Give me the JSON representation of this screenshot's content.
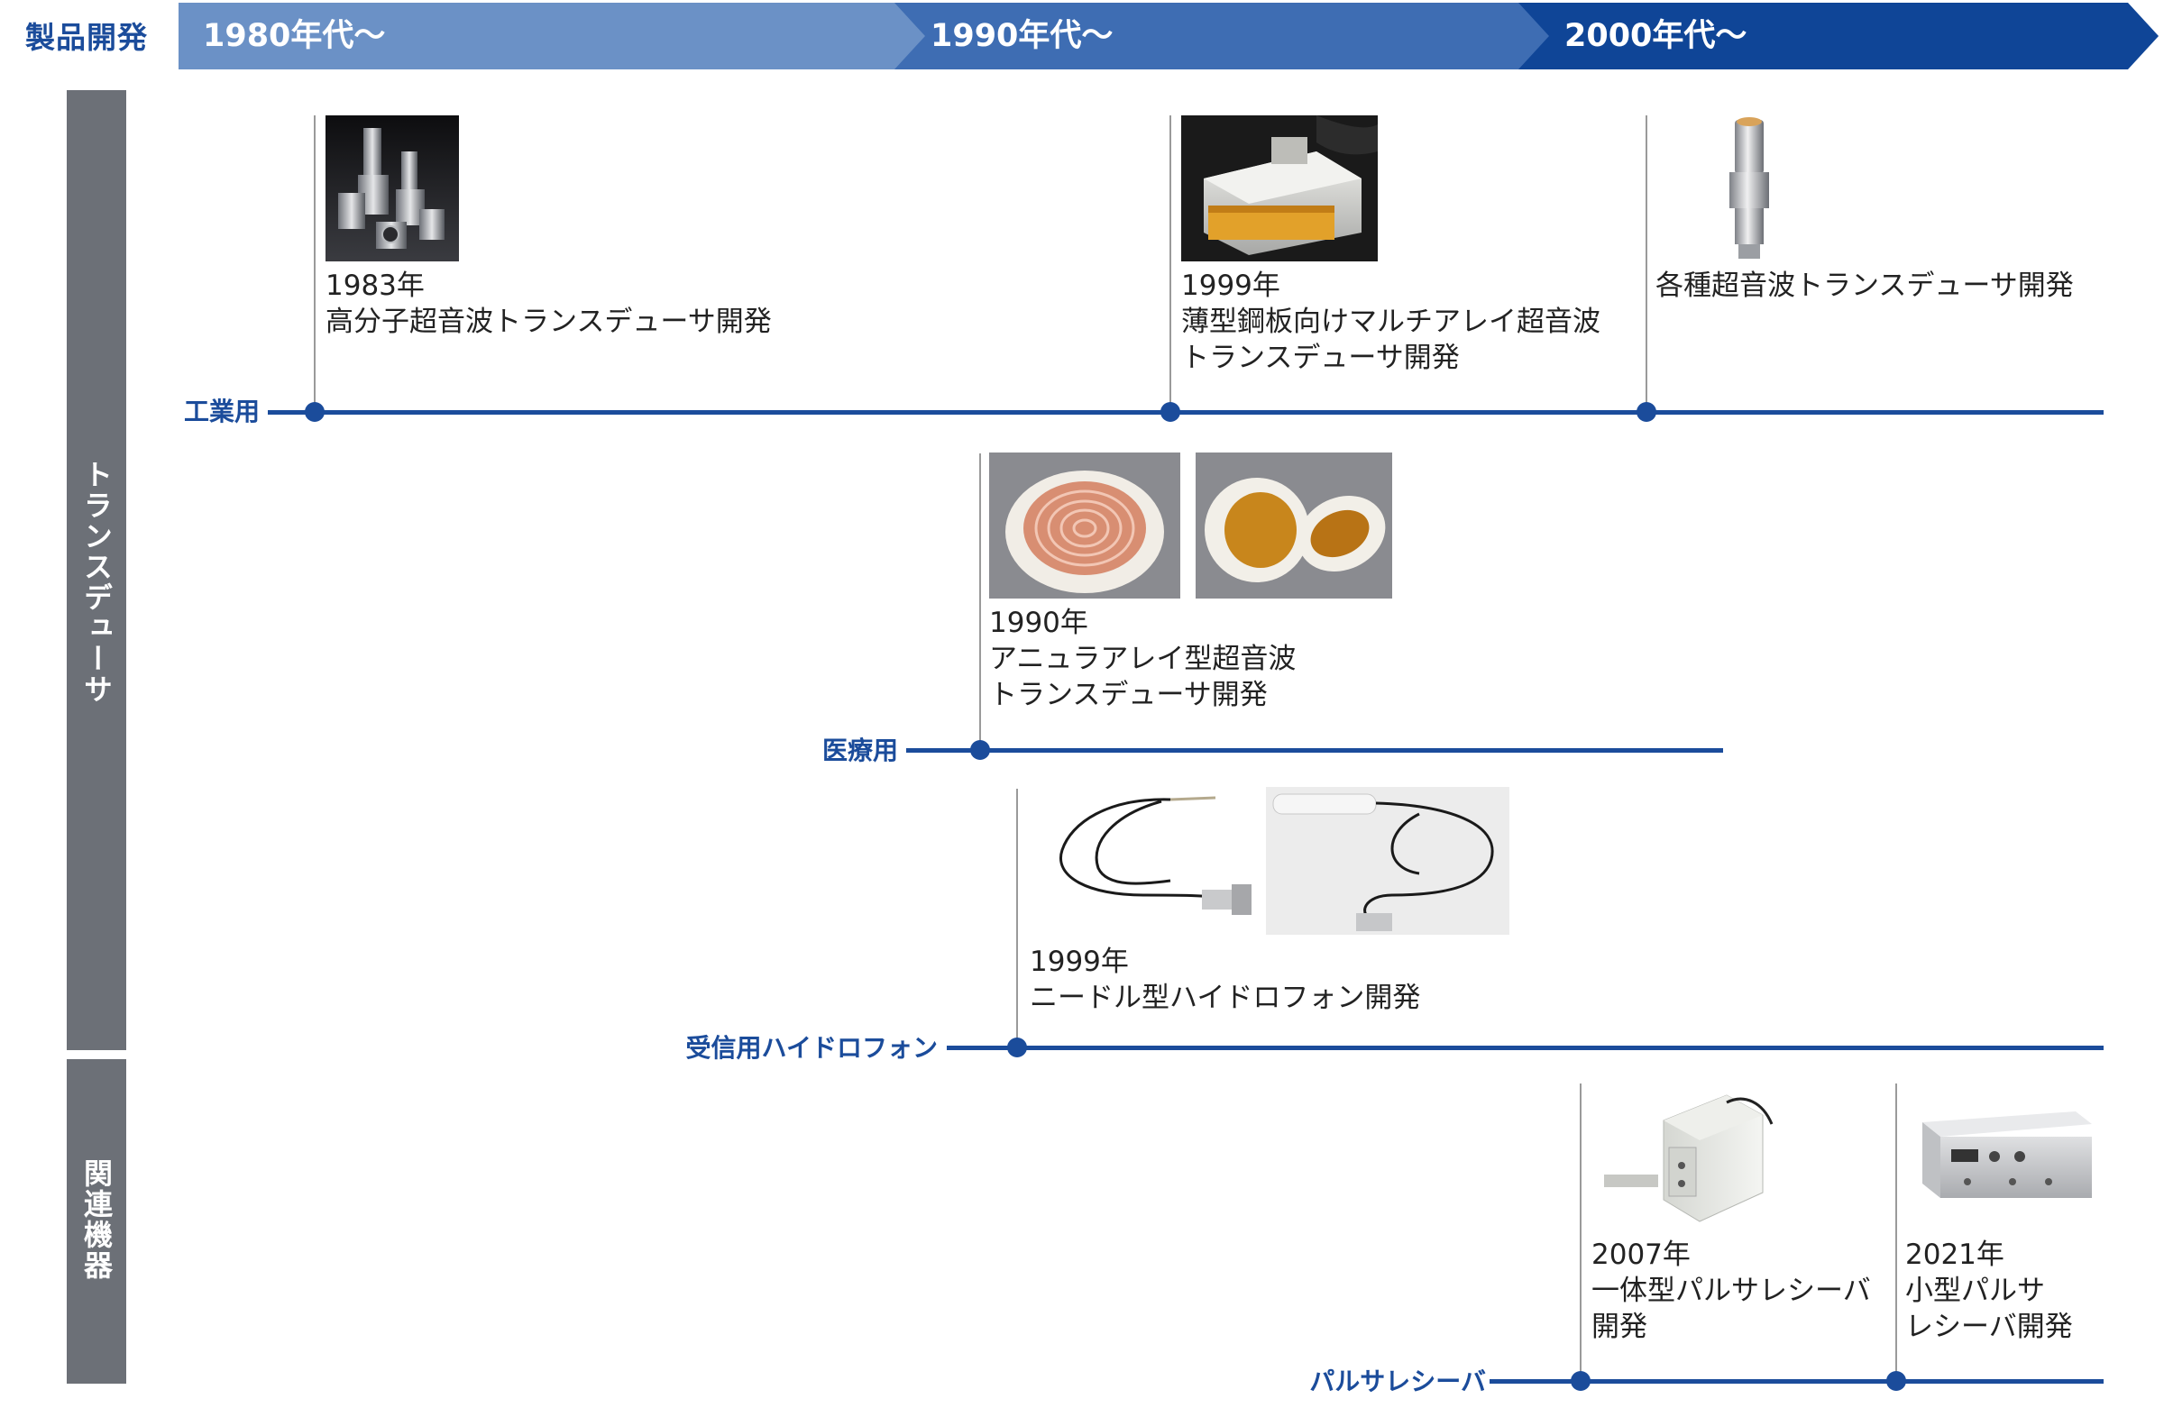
{
  "header": {
    "title": "製品開発",
    "eras": [
      "1980年代〜",
      "1990年代〜",
      "2000年代〜"
    ],
    "colors": {
      "era1": "#6b91c6",
      "era2": "#3e6db3",
      "era3": "#0f4597",
      "accent": "#1b4c9b",
      "side": "#6c7077"
    }
  },
  "categories": {
    "transducer": "トランスデューサ",
    "related": "関連機器"
  },
  "timelines": {
    "industrial": {
      "label": "工業用",
      "events": [
        {
          "image": "industrial-transducers-photo",
          "lines": [
            "1983年",
            "高分子超音波トランスデューサ開発"
          ]
        },
        {
          "image": "multi-array-probe-photo",
          "lines": [
            "1999年",
            "薄型鋼板向けマルチアレイ超音波",
            "トランスデューサ開発"
          ]
        },
        {
          "image": "cylindrical-transducer-photo",
          "lines": [
            "各種超音波トランスデューサ開発"
          ]
        }
      ]
    },
    "medical": {
      "label": "医療用",
      "events": [
        {
          "image": "annular-array-photo",
          "lines": [
            "1990年",
            "アニュラアレイ型超音波",
            "トランスデューサ開発"
          ]
        }
      ]
    },
    "hydrophone": {
      "label": "受信用ハイドロフォン",
      "events": [
        {
          "image": "needle-hydrophone-photo",
          "lines": [
            "1999年",
            "ニードル型ハイドロフォン開発"
          ]
        }
      ]
    },
    "pulser": {
      "label": "パルサレシーバ",
      "events": [
        {
          "image": "integrated-pulser-photo",
          "lines": [
            "2007年",
            "一体型パルサレシーバ",
            "開発"
          ]
        },
        {
          "image": "compact-pulser-photo",
          "lines": [
            "2021年",
            "小型パルサ",
            "レシーバ開発"
          ]
        }
      ]
    }
  }
}
